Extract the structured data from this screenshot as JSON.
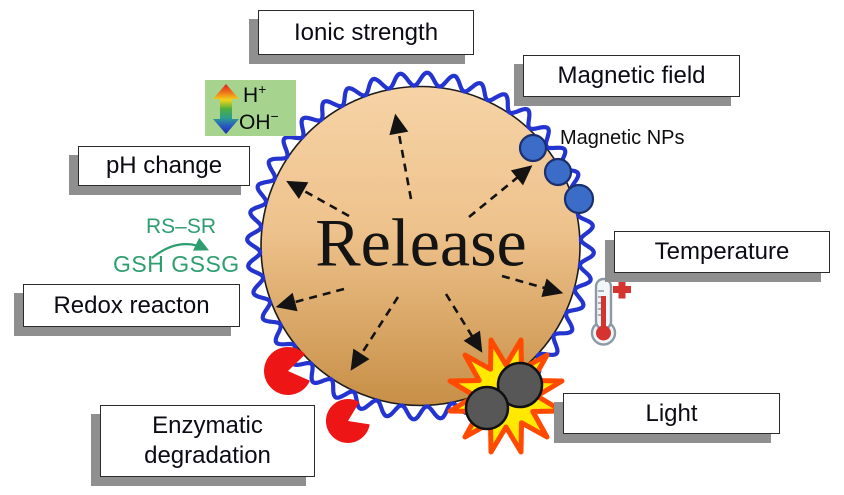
{
  "scene": {
    "release_label": "Release"
  },
  "labels": {
    "ionic_strength": "Ionic strength",
    "magnetic_field": "Magnetic field",
    "ph_change": "pH change",
    "redox_reaction": "Redox reacton",
    "enzymatic_degradation": "Enzymatic degradation",
    "temperature": "Temperature",
    "light": "Light",
    "magnetic_nps": "Magnetic NPs"
  },
  "redox_chemistry": {
    "disulfide": "RS–SR",
    "thiols": "GSH GSSG"
  },
  "ph_indicator": {
    "acid": "H",
    "acid_sign": "+",
    "base": "OH",
    "base_sign": "−"
  },
  "colors": {
    "membrane_blue": "#2334d0",
    "core_top": "#f6d3a6",
    "core_bottom": "#c78f46",
    "np_blue": "#3b6cc7",
    "enzyme_red": "#ed1515",
    "burst_yellow": "#ffe900",
    "burst_outline": "#ff4a00",
    "ph_box_green": "#a6d48e",
    "chem_green": "#2f9e6e",
    "shadow_gray": "#8f8f8f",
    "mercury_red": "#d4332f"
  }
}
